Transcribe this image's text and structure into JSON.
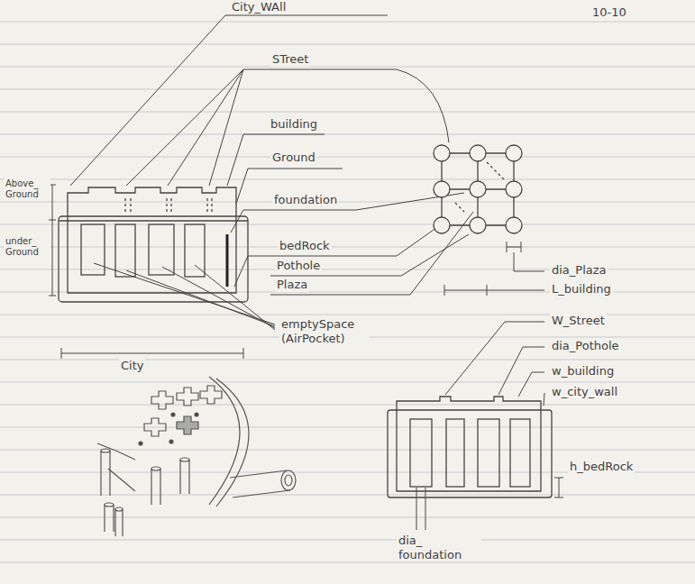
{
  "diagram": {
    "labels": [
      "10-10",
      "City_WAll",
      "STreet",
      "building",
      "Ground",
      "foundation",
      "bedRock",
      "Pothole",
      "Plaza",
      "emptySpace (AirPocket)",
      "Above_ Ground",
      "under_ Ground",
      "City",
      "dia_Plaza",
      "L_building",
      "W_Street",
      "dia_Pothole",
      "w_building",
      "w_city_wall",
      "h_bedRock",
      "dia_ foundation"
    ]
  }
}
